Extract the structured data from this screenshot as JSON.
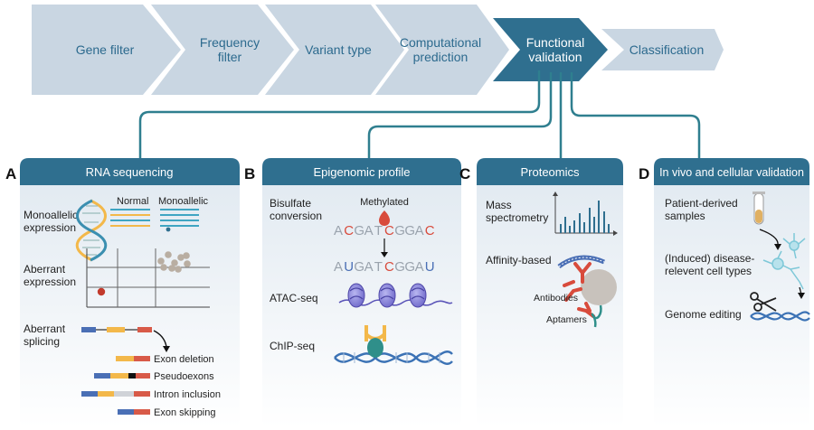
{
  "pipeline": {
    "steps": [
      "Gene filter",
      "Frequency|filter",
      "Variant type",
      "Computational|prediction",
      "Functional|validation",
      "Classification"
    ],
    "active_index": 4
  },
  "panels": {
    "a": {
      "letter": "A",
      "title": "RNA sequencing",
      "monoallelic_label": "Monoallelic|expression",
      "normal_label": "Normal",
      "monoallelic_col_label": "Monoallelic",
      "aberrant_expression_label": "Aberrant|expression",
      "aberrant_splicing_label": "Aberrant|splicing",
      "splice_outcomes": [
        "Exon deletion",
        "Pseudoexons",
        "Intron inclusion",
        "Exon skipping"
      ]
    },
    "b": {
      "letter": "B",
      "title": "Epigenomic profile",
      "bisulfate_label": "Bisulfate|conversion",
      "methylated_label": "Methylated",
      "seq_top": [
        "A",
        "C",
        "G",
        "A",
        "T",
        "C",
        "G",
        "G",
        "A",
        "C"
      ],
      "seq_bottom": [
        "A",
        "U",
        "G",
        "A",
        "T",
        "C",
        "G",
        "G",
        "A",
        "U"
      ],
      "atac_label": "ATAC-seq",
      "chip_label": "ChIP-seq"
    },
    "c": {
      "letter": "C",
      "title": "Proteomics",
      "mass_spec_label": "Mass|spectrometry",
      "affinity_label": "Affinity-based",
      "antibodies_label": "Antibodies",
      "aptamers_label": "Aptamers"
    },
    "d": {
      "letter": "D",
      "title": "In vivo and cellular validation",
      "patient_label": "Patient-derived|samples",
      "induced_label": "(Induced) disease-|relevent cell types",
      "genome_label": "Genome editing"
    }
  },
  "colors": {
    "step_bg": "#c9d6e2",
    "step_text": "#2c6a8e",
    "active_bg": "#2f6f8f",
    "panel_header": "#2f6f8f",
    "teal": "#2f7f8f",
    "red": "#d84b3c",
    "orange": "#f3b84a",
    "blue": "#4a6fb5",
    "grey_text": "#9aa3ad"
  }
}
